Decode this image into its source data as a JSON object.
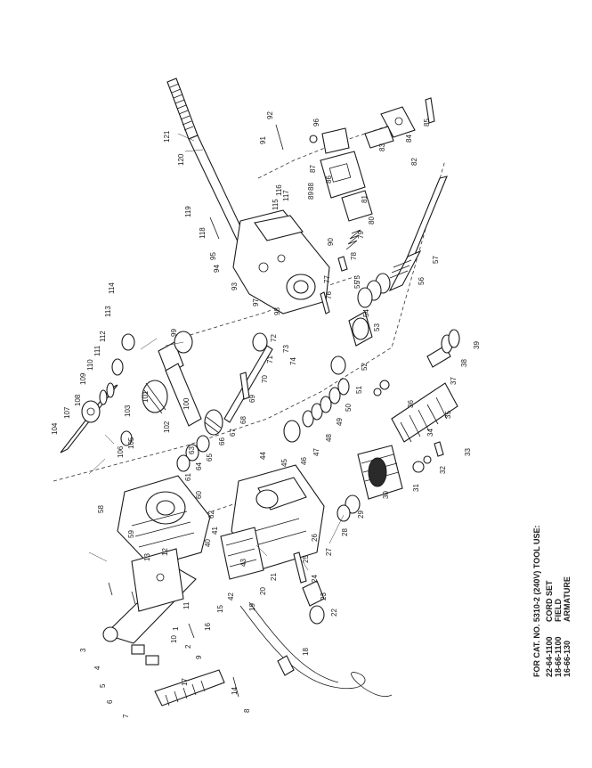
{
  "note": {
    "title": "FOR CAT. NO. 5310-2 (240V) TOOL USE:",
    "items": [
      {
        "number": "22-64-1100",
        "name": "CORD SET"
      },
      {
        "number": "18-66-1100",
        "name": "FIELD"
      },
      {
        "number": "16-66-130",
        "name": "ARMATURE"
      }
    ]
  },
  "callouts": [
    "104",
    "107",
    "108",
    "109",
    "110",
    "111",
    "112",
    "113",
    "114",
    "121",
    "120",
    "119",
    "118",
    "95",
    "94",
    "93",
    "97",
    "98",
    "99",
    "100",
    "101",
    "102",
    "103",
    "105",
    "106",
    "92",
    "91",
    "96",
    "87",
    "86",
    "88",
    "89",
    "90",
    "116",
    "117",
    "115",
    "82",
    "83",
    "84",
    "85",
    "81",
    "80",
    "79",
    "78",
    "77",
    "76",
    "75",
    "57",
    "56",
    "55",
    "54",
    "53",
    "52",
    "51",
    "50",
    "49",
    "48",
    "47",
    "46",
    "45",
    "44",
    "43",
    "42",
    "41",
    "40",
    "39",
    "38",
    "37",
    "36",
    "35",
    "34",
    "33",
    "32",
    "31",
    "30",
    "29",
    "28",
    "27",
    "26",
    "25",
    "24",
    "23",
    "22",
    "21",
    "20",
    "19",
    "18",
    "17",
    "16",
    "15",
    "14",
    "13",
    "12",
    "11",
    "10",
    "9",
    "8",
    "7",
    "6",
    "5",
    "4",
    "3",
    "1",
    "2",
    "58",
    "59",
    "60",
    "61",
    "62",
    "63",
    "64",
    "65",
    "66",
    "67",
    "68",
    "69",
    "70",
    "71",
    "72",
    "73",
    "74"
  ]
}
